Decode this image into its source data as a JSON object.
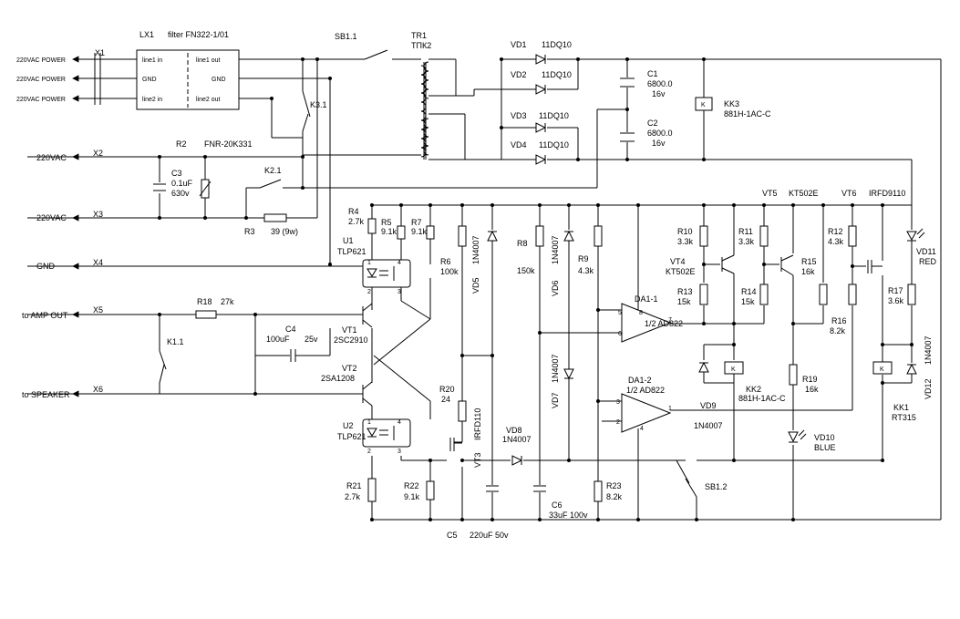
{
  "terminals": {
    "x1_name": "X1",
    "x1_in": [
      "220VAC  POWER",
      "220VAC  POWER",
      "220VAC  POWER"
    ],
    "x2_name": "X2",
    "x2_label": "220VAC",
    "x3_name": "X3",
    "x3_label": "220VAC",
    "x4_name": "X4",
    "x4_label": "GND",
    "x5_name": "X5",
    "x5_label": "to AMP OUT",
    "x6_name": "X6",
    "x6_label": "to SPEAKER"
  },
  "filter": {
    "ref": "LX1",
    "desc": "filter FN322-1/01",
    "pins_in": [
      "line1 in",
      "GND",
      "line2 in"
    ],
    "pins_out": [
      "line1 out",
      "GND",
      "line2 out"
    ]
  },
  "switches": {
    "sb1_1": "SB1.1",
    "sb1_2": "SB1.2",
    "k3_1": "K3.1",
    "k2_1": "K2.1",
    "k1_1": "K1.1"
  },
  "transformer": {
    "ref": "TR1",
    "type": "ТПК2"
  },
  "diodes": {
    "vd1": "VD1",
    "vd2": "VD2",
    "vd3": "VD3",
    "vd4": "VD4",
    "rect_type": "11DQ10",
    "vd5": "VD5",
    "vd6": "VD6",
    "vd7": "VD7",
    "vd8": "VD8",
    "vd9": "VD9",
    "vd12": "VD12",
    "n4007": "1N4007",
    "vd10": "VD10",
    "vd10_color": "BLUE",
    "vd11": "VD11",
    "vd11_color": "RED"
  },
  "capacitors": {
    "c1": "C1",
    "c1_val": "6800.0",
    "c1_v": "16v",
    "c2": "C2",
    "c2_val": "6800.0",
    "c2_v": "16v",
    "c3": "C3",
    "c3_val": "0.1uF",
    "c3_v": "630v",
    "c4": "C4",
    "c4_val": "100uF",
    "c4_v": "25v",
    "c5": "C5",
    "c5_val": "220uF  50v",
    "c6": "C6",
    "c6_val": "33uF  100v"
  },
  "resistors": {
    "r2": "R2",
    "r2_val": "FNR-20K331",
    "r3": "R3",
    "r3_val": "39 (9w)",
    "r4": "R4",
    "r4_val": "2.7k",
    "r5": "R5",
    "r5_val": "9.1k",
    "r6": "R6",
    "r6_val": "100k",
    "r7": "R7",
    "r7_val": "9.1k",
    "r8": "R8",
    "r8_val": "150k",
    "r9": "R9",
    "r9_val": "4.3k",
    "r10": "R10",
    "r10_val": "3.3k",
    "r11": "R11",
    "r11_val": "3.3k",
    "r12": "R12",
    "r12_val": "4.3k",
    "r13": "R13",
    "r13_val": "15k",
    "r14": "R14",
    "r14_val": "15k",
    "r15": "R15",
    "r15_val": "16k",
    "r16": "R16",
    "r16_val": "8.2k",
    "r17": "R17",
    "r17_val": "3.6k",
    "r18": "R18",
    "r18_val": "27k",
    "r19": "R19",
    "r19_val": "16k",
    "r20": "R20",
    "r20_val": "24",
    "r21": "R21",
    "r21_val": "2.7k",
    "r22": "R22",
    "r22_val": "9.1k",
    "r23": "R23",
    "r23_val": "8.2k"
  },
  "semis": {
    "u1": "U1",
    "u2": "U2",
    "tlp": "TLP621",
    "vt1": "VT1",
    "vt1_type": "2SC2910",
    "vt2": "VT2",
    "vt2_type": "2SA1208",
    "vt3": "VT3",
    "vt3_type": "IRFD110",
    "vt4": "VT4",
    "vt4_type": "KT502E",
    "vt5": "VT5",
    "vt5_type": "KT502E",
    "vt6": "VT6",
    "vt6_type": "IRFD9110",
    "da1_1": "DA1-1",
    "da1_2": "DA1-2",
    "da_type": "1/2 AD822"
  },
  "relays": {
    "kk1": "KK1",
    "kk1_type": "RT315",
    "kk2": "KK2",
    "kk2_type": "881H-1AC-C",
    "kk3": "KK3",
    "kk3_type": "881H-1AC-C",
    "k": "K"
  },
  "pins": {
    "p1": "1",
    "p2": "2",
    "p3": "3",
    "p4": "4",
    "p5": "5",
    "p6": "6",
    "p7": "7",
    "p8": "8"
  }
}
